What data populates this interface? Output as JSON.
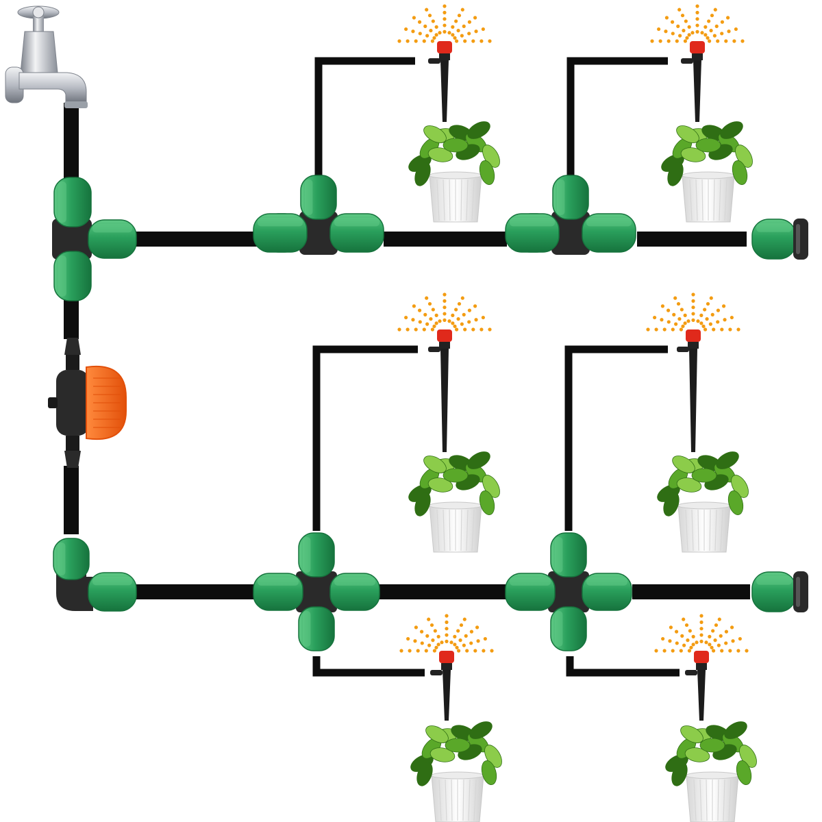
{
  "diagram": {
    "colors": {
      "background": "#ffffff",
      "tube": "#0d0d0d",
      "fitting_green": "#2aa05c",
      "fitting_green_dark": "#16733d",
      "fitting_green_light": "#5fc985",
      "fitting_body": "#2a2a2a",
      "valve_knob": "#ff6a1a",
      "valve_knob_dark": "#e2500a",
      "dripper_cap": "#e0291b",
      "spray_dot": "#f39c12",
      "leaf": "#5aa829",
      "leaf_dark": "#2f6e14",
      "leaf_light": "#8ccc4a",
      "pot": "#f4f4f4",
      "pot_shade": "#d6d6d6",
      "faucet": "#c9ccd2",
      "faucet_dark": "#7d828b"
    },
    "components": [
      {
        "id": "faucet",
        "kind": "water-faucet",
        "icon": "faucet-icon"
      },
      {
        "id": "tee-left",
        "kind": "tee-connector",
        "icon": "tee-connector-icon"
      },
      {
        "id": "valve",
        "kind": "shut-off-valve",
        "icon": "valve-icon"
      },
      {
        "id": "elbow",
        "kind": "elbow-connector",
        "icon": "elbow-connector-icon"
      },
      {
        "id": "tee-top-1",
        "kind": "tee-connector",
        "icon": "tee-connector-icon"
      },
      {
        "id": "tee-top-2",
        "kind": "tee-connector",
        "icon": "tee-connector-icon"
      },
      {
        "id": "end-cap-top",
        "kind": "end-cap",
        "icon": "end-cap-icon"
      },
      {
        "id": "cross-bottom-1",
        "kind": "cross-connector",
        "icon": "cross-connector-icon"
      },
      {
        "id": "cross-bottom-2",
        "kind": "cross-connector",
        "icon": "cross-connector-icon"
      },
      {
        "id": "end-cap-bottom",
        "kind": "end-cap",
        "icon": "end-cap-icon"
      }
    ],
    "drippers": [
      {
        "id": "dripper-1",
        "icon": "dripper-stake-icon",
        "plant": "potted-basil-icon"
      },
      {
        "id": "dripper-2",
        "icon": "dripper-stake-icon",
        "plant": "potted-basil-icon"
      },
      {
        "id": "dripper-3",
        "icon": "dripper-stake-icon",
        "plant": "potted-basil-icon"
      },
      {
        "id": "dripper-4",
        "icon": "dripper-stake-icon",
        "plant": "potted-basil-icon"
      },
      {
        "id": "dripper-5",
        "icon": "dripper-stake-icon",
        "plant": "potted-basil-icon"
      },
      {
        "id": "dripper-6",
        "icon": "dripper-stake-icon",
        "plant": "potted-basil-icon"
      }
    ]
  }
}
